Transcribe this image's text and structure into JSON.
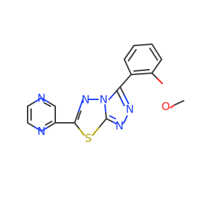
{
  "molecule": {
    "colors": {
      "carbon": "#3a3a3a",
      "nitrogen": "#1f3fff",
      "oxygen": "#ff1f1f",
      "sulfur": "#b5a300",
      "background": "#ffffff"
    },
    "atoms": {
      "n_pz1": {
        "label": "N",
        "element": "nitrogen"
      },
      "n_pz2": {
        "label": "N",
        "element": "nitrogen"
      },
      "n_thd": {
        "label": "N",
        "element": "nitrogen"
      },
      "n_fused": {
        "label": "N",
        "element": "nitrogen"
      },
      "n_tri1": {
        "label": "N",
        "element": "nitrogen"
      },
      "n_tri2": {
        "label": "N",
        "element": "nitrogen"
      },
      "s_thd": {
        "label": "S",
        "element": "sulfur"
      },
      "o_meth": {
        "label": "O",
        "element": "oxygen"
      }
    }
  }
}
